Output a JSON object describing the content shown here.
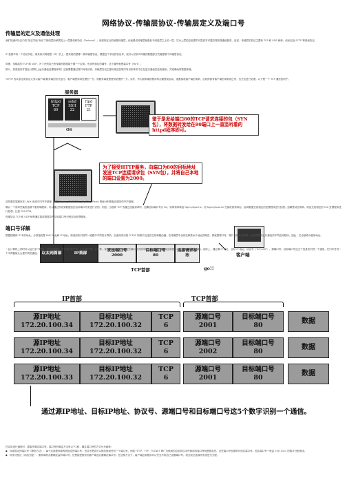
{
  "title": "网络协议-传输层协议-传输层定义及端口号",
  "section1": {
    "heading": "传输层的定义及通信处理",
    "p1": "我们知道IP协议中的\"协议字段\"标识了网络层所承载的上一层是何种协议（Protocol），而其所区分的就是传输层，也就是说传输层就是处于网络层之上的一层，它为上层的应用提供可靠或非可靠的端到端通信服务。目前，传输层的协议主要有 TCP 和 UDP 两种，但也包括 SCTP 等其他协议。",
    "p2": "IP 首部中有一个协议字段，用来标识网络层（IP）的上一层采用的是哪一种传输层协议。根据这个字段的协议号，就可以识别IP传输的数据部分究竟是哪个传输层协议。",
    "p3": "同理，传输层的 TCP 和 UDP，为了识别自己所传输的数据属于哪一个应用，也设有相应的编号，这个编号就是端口号（Port）。",
    "p4": "那么，到底如何才能在计算机上运行通信处理程序呢？这就需要通过端口号来识别。传输层协议正是利用这些端口号识别本机中正在进行通信的应用程序，并准确地将数据传输。",
    "p5": "TCP/IP 的众多应用协议大多以客户端/服务端的形式运行。客户端是请求处理的一方，而服务端就是提供处理的一方。另外，作为服务端的程序有必要提前启动，准备接收客户端的请求，否则即使有客户端的请求发过来，也无法进行处理。以下是一个 TCP 通信的例子。"
  },
  "figure1": {
    "server_label": "服务器",
    "cells": [
      {
        "name": "httpd",
        "line2": "TCP",
        "line3": "80"
      },
      {
        "name": "sshd",
        "line2": "SSH",
        "line3": "22"
      },
      {
        "name": "ftpd",
        "line2": "FTP",
        "line3": "21"
      }
    ],
    "os_label": "OS",
    "callout_server": "鉴于是发给端口80的TCP请求连接的包（SYN包），将数据转发给在80端口上一直监听着的httpd程序即可。",
    "callout_client": "为了接受HTTP服务，向端口为80的目标地址发送TCP连接请求包（SYN包），并将自己本地的端口设置为2000。",
    "packet": {
      "eth_header": "以太网首部",
      "ip_header": "IP首部",
      "src_port_label": "发送端口号",
      "src_port": "2000",
      "dst_port_label": "目标端口号",
      "dst_port": "80",
      "syn": "连接请求标志"
    },
    "tcp_header_caption": "TCP首部",
    "go_caption": "go!!",
    "client_caption": "客户端"
  },
  "section1b": {
    "p6": "这些服务端程序在 UNIX 系统中叫守护进程。例如 Nginx、PHP-FPM、MySQL、Redis 等就分别是各自服务的守护进程。",
    "p7": "确认一个请求究竟发给哪个服务端程序，可以通过所收到数据包的目标端口号来进行识别。例如，当收到 TCP 的建立连接请求时，如果目标端口号为 80，则将请求转给 Nginx/Apache；而 Nginx/Apache 在接收到请求后，会将数据交给相应的处理程序进行处理。如果是动态请求，则会交给相应的 CGI 处理程序进行处理，比如 PHP-FPM。",
    "p8": "传输协议 TCP 和 UDP 就是通过接收数据中的目标端口号识别目标处理程序。"
  },
  "section2": {
    "heading": "端口号详解",
    "p1": "数据链路和 IP 中的地址，分别指的是 MAC 地址和 IP 地址。前者用来识别同一链路中不同的计算机，后者用来识别 TCP/IP 网络中互连的主机和路由器。在传输层中也有这种类似于地址的概念，那就是端口号。端口号用来识别同一台计算机中进行通信的不同应用程序。因此，它也被称为程序地址。",
    "p2": "一台计算机上同时可以运行多个程序。例如浏览器、电子邮件客户端、FTP 客户端、QQ 等。传输层协议正是利用这些端口号识别本机中正在进行通信的应用程序，并准确地将数据传输。实际上，通过源 IP 地址、目标 IP 地址、协议号（TCP/UDP）、源端口号、目标端口号这五个信息来识别一个通信，它们中任何一个不同都被认为是不同的通信。"
  },
  "figure2": {
    "ip_header_label": "IP首部",
    "tcp_header_label": "TCP首部",
    "rows": [
      {
        "src_ip_label": "源IP地址",
        "src_ip": "172.20.100.34",
        "dst_ip_label": "目标IP地址",
        "dst_ip": "172.20.100.32",
        "proto_label": "TCP",
        "proto": "6",
        "src_port_label": "源端口号",
        "src_port": "2001",
        "dst_port_label": "目标端口号",
        "dst_port": "80",
        "data": "数据"
      },
      {
        "src_ip_label": "源IP地址",
        "src_ip": "172.20.100.34",
        "dst_ip_label": "目标IP地址",
        "dst_ip": "172.20.100.32",
        "proto_label": "TCP",
        "proto": "6",
        "src_port_label": "源端口号",
        "src_port": "2002",
        "dst_port_label": "目标端口号",
        "dst_port": "80",
        "data": "数据"
      },
      {
        "src_ip_label": "源IP地址",
        "src_ip": "172.20.100.33",
        "dst_ip_label": "目标IP地址",
        "dst_ip": "172.20.100.32",
        "proto_label": "TCP",
        "proto": "6",
        "src_port_label": "源端口号",
        "src_port": "2001",
        "dst_port_label": "目标端口号",
        "dst_port": "80",
        "data": "数据"
      }
    ],
    "summary": "通过源IP地址、目标IP地址、协议号、源端口号和目标端口号这5个数字识别一个通信。"
  },
  "section3": {
    "intro": "在实际进行通信时，要事先确定端口号。端口号的确定方法有以下2种，确定端口号的方式分为两种：",
    "b1": "标准既定的端口号（静态方法）：每个应用程序都有其指定的端口号，但并不是说可以随意使用任何一个端口号。例如 HTTP、FTP、TELNET 等广为使用的应用协议中所使用的端口号就是固定的。这些端口号也被称为知名端口号。知名端口号一般由 0 到 1023 的数字分配而成。",
    "b2": "时序分配法（动态分配）：服务端有必要确定监听端口号，但是接受服务的客户端没必要确定端口号。在这种方法下，客户端应用程序可以完全不用自己设置端口号，而全权交给操作系统进行分配。"
  }
}
